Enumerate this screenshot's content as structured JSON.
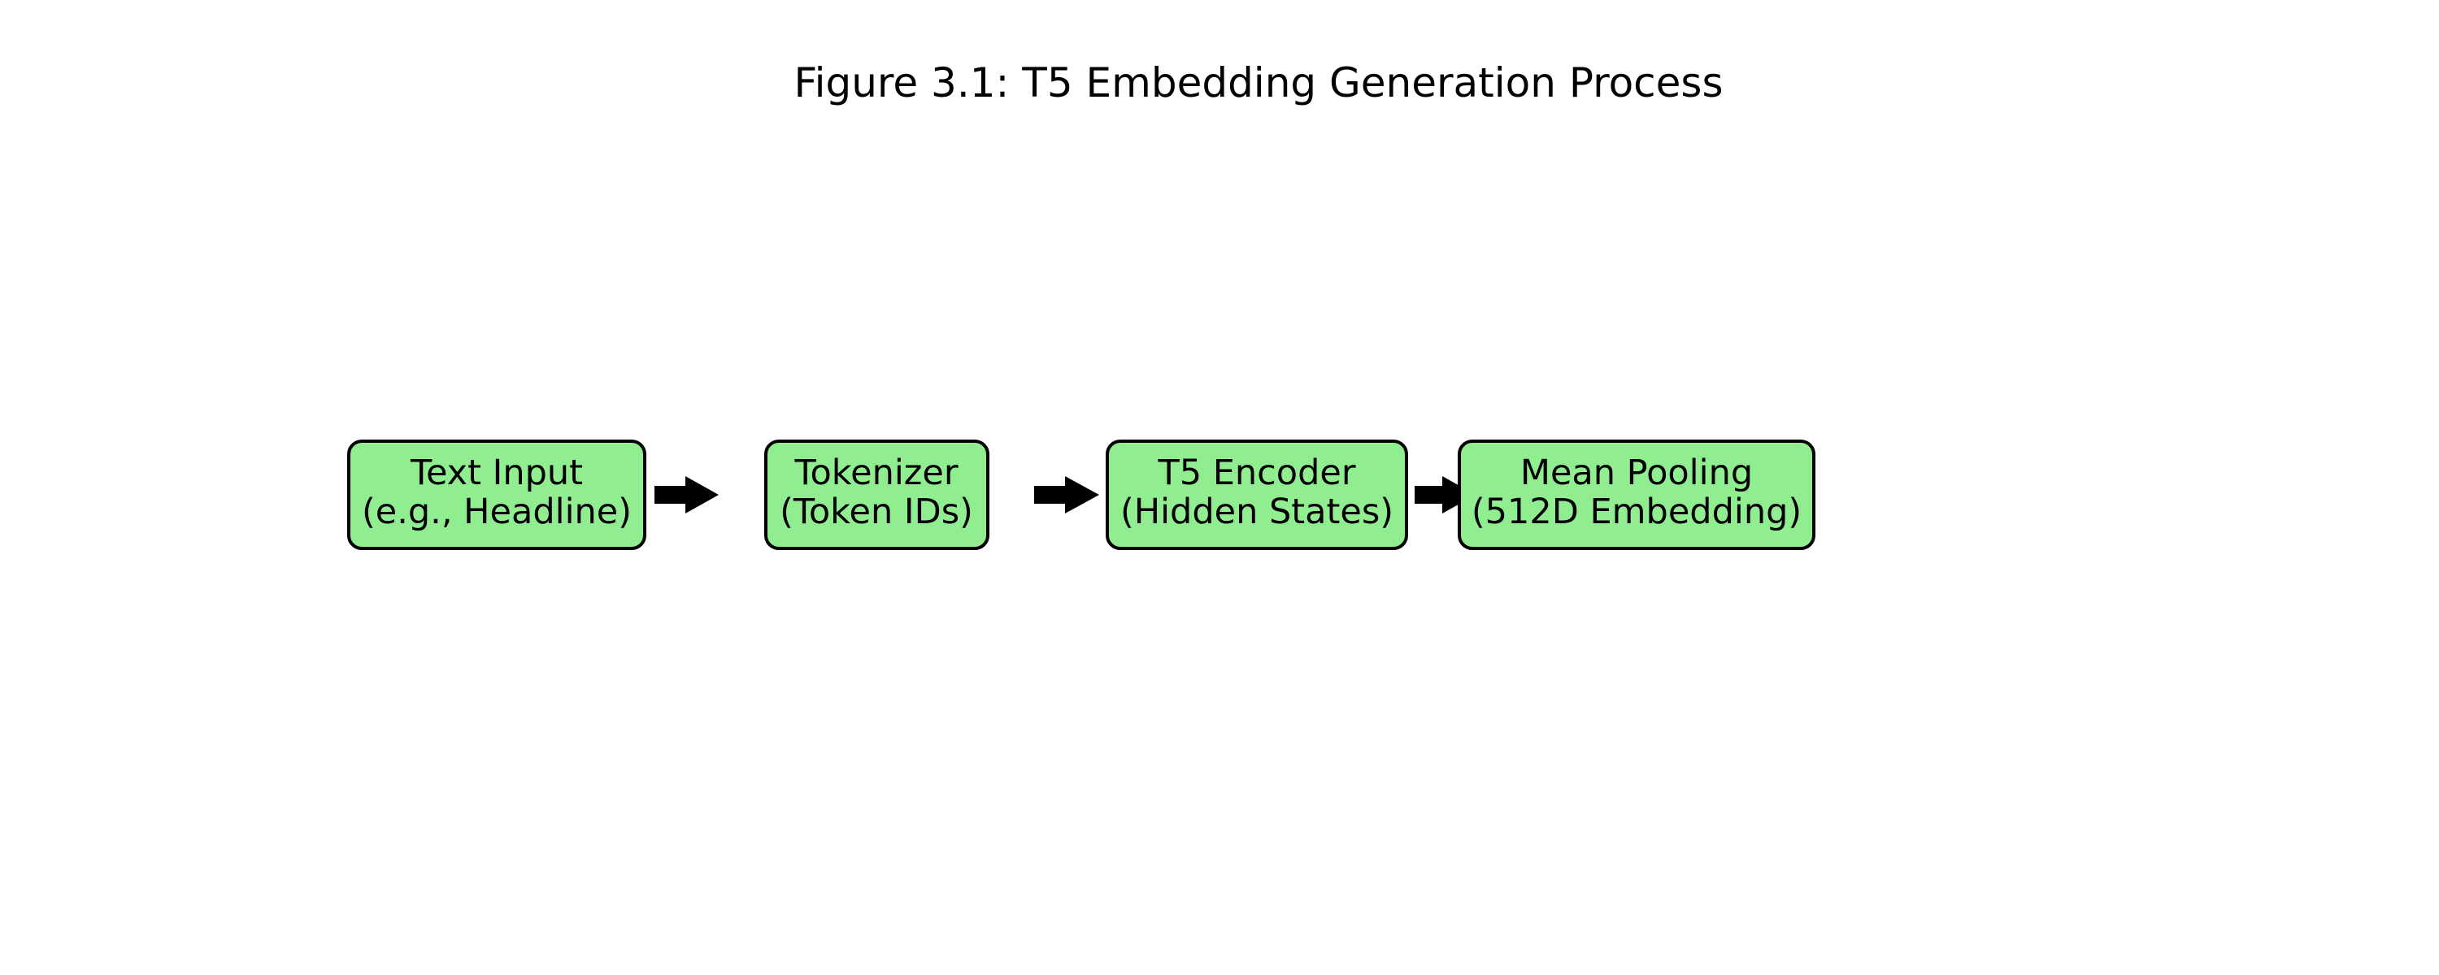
{
  "figure": {
    "title": "Figure 3.1: T5 Embedding Generation Process"
  },
  "steps": [
    {
      "line1": "Text Input",
      "line2": "(e.g., Headline)"
    },
    {
      "line1": "Tokenizer",
      "line2": "(Token IDs)"
    },
    {
      "line1": "T5 Encoder",
      "line2": "(Hidden States)"
    },
    {
      "line1": "Mean Pooling",
      "line2": "(512D Embedding)"
    }
  ],
  "colors": {
    "box_fill": "#90ee90",
    "box_stroke": "#000000",
    "arrow": "#000000",
    "background": "#ffffff"
  }
}
